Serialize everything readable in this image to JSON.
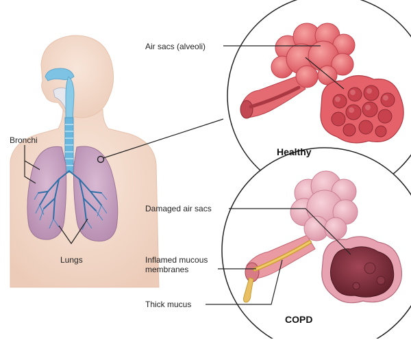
{
  "labels": {
    "bronchi": "Bronchi",
    "lungs": "Lungs",
    "air_sacs": "Air sacs (alveoli)",
    "healthy": "Healthy",
    "damaged_air_sacs": "Damaged air sacs",
    "inflamed_line1": "Inflamed mucous",
    "inflamed_line2": "membranes",
    "thick_mucus": "Thick mucus",
    "copd": "COPD"
  },
  "colors": {
    "skin": "#f3d9c9",
    "airway": "#7ec3e3",
    "lung": "#c9a5c4",
    "lung_vessel": "#2e6fa8",
    "healthy_alveoli": "#e8747a",
    "copd_alveoli": "#e7a9b5",
    "copd_inner": "#7a2f3b",
    "mucus": "#e8c063",
    "leader": "#222222"
  },
  "icons": [
    "human-torso-figure",
    "healthy-alveoli-illustration",
    "copd-alveoli-illustration"
  ]
}
